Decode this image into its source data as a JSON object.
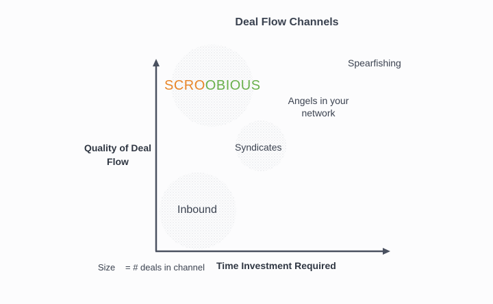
{
  "title": "Deal Flow Channels",
  "y_axis_label": "Quality of Deal Flow",
  "x_axis_label": "Time Investment Required",
  "legend": {
    "size_label": "Size",
    "size_meaning": "= # deals in channel"
  },
  "logo": {
    "part1": "SCRO",
    "part2": "OBIOUS",
    "color1": "#e8862a",
    "color2": "#6ab04c"
  },
  "channels": [
    {
      "label": "Inbound"
    },
    {
      "label": "Syndicates"
    },
    {
      "label": "Angels in your network"
    },
    {
      "label": "Spearfishing"
    }
  ],
  "colors": {
    "axis": "#4a5160",
    "bubble": "#c9ccd2"
  }
}
